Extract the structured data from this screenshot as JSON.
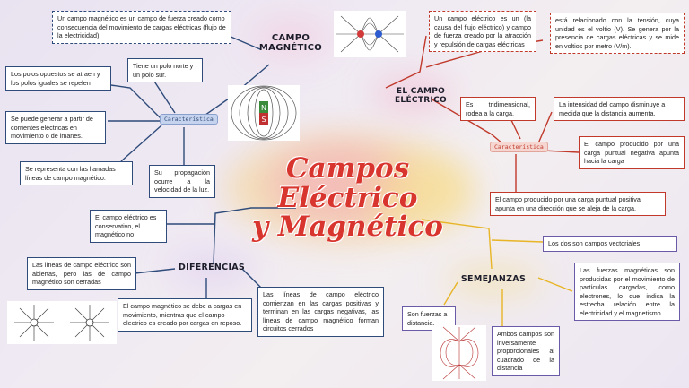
{
  "title": {
    "line1": "Campos Eléctrico",
    "line2": "y Magnético"
  },
  "magnetic": {
    "heading_line1": "CAMPO",
    "heading_line2": "MAGNÉTICO",
    "definition": "Un campo magnético es un campo de fuerza creado como consecuencia del movimiento de cargas eléctricas (flujo de la electricidad)",
    "tag": "Característica",
    "features": [
      "Los polos opuestos se atraen y los polos iguales se repelen",
      "Se puede generar a partir de corrientes eléctricas en movimiento o de imanes.",
      "Se representa con las llamadas líneas de campo magnético.",
      "Tiene un polo norte y un polo sur.",
      "Su propagación ocurre a la velocidad de la luz."
    ],
    "magnet_n": "N",
    "magnet_s": "S"
  },
  "electric": {
    "heading_line1": "EL CAMPO",
    "heading_line2": "ELÉCTRICO",
    "definition": "Un campo eléctrico es un (la causa del flujo eléctrico) y campo de fuerza creado por la atracción y repulsión de cargas eléctricas",
    "voltage_note": "está relacionado con la tensión, cuya unidad es el voltio (V). Se genera por la presencia de cargas eléctricas y se mide en voltios por metro (V/m).",
    "tag": "Característica",
    "features": [
      "Es tridimensional, rodea a la carga.",
      "La intensidad del campo disminuye a medida que la distancia aumenta.",
      "El campo producido por una carga puntual negativa apunta hacia la carga",
      "El campo producido por una carga puntual positiva apunta en una dirección que se aleja de la carga."
    ]
  },
  "differences": {
    "heading": "DIFERENCIAS",
    "items": [
      "El campo eléctrico es conservativo, el magnético no",
      "Las líneas de campo eléctrico son abiertas, pero las de campo magnético son cerradas",
      "El campo magnético se debe a cargas en movimiento, mientras que el campo electrico es creado por cargas en reposo.",
      "Las líneas de campo eléctrico comienzan en las cargas positivas y terminan en las cargas negativas, las líneas de campo magnético forman circuitos cerrados"
    ]
  },
  "similarities": {
    "heading": "SEMEJANZAS",
    "items": [
      "Los dos son campos vectoriales",
      "Las fuerzas magnéticas son producidas por el movimiento de partículas cargadas, como electrones, lo que indica la estrecha relación entre la electricidad y el magnetismo",
      "Son fuerzas a distancia.",
      "Ambos campos son inversamente proporcionales al cuadrado de la distancia"
    ]
  },
  "colors": {
    "title": "#d9352f",
    "blue": "#2e4b7a",
    "red": "#c0392b",
    "orange": "#e08a2c",
    "purple": "#6b5aa8",
    "yellow": "#e8b526"
  }
}
